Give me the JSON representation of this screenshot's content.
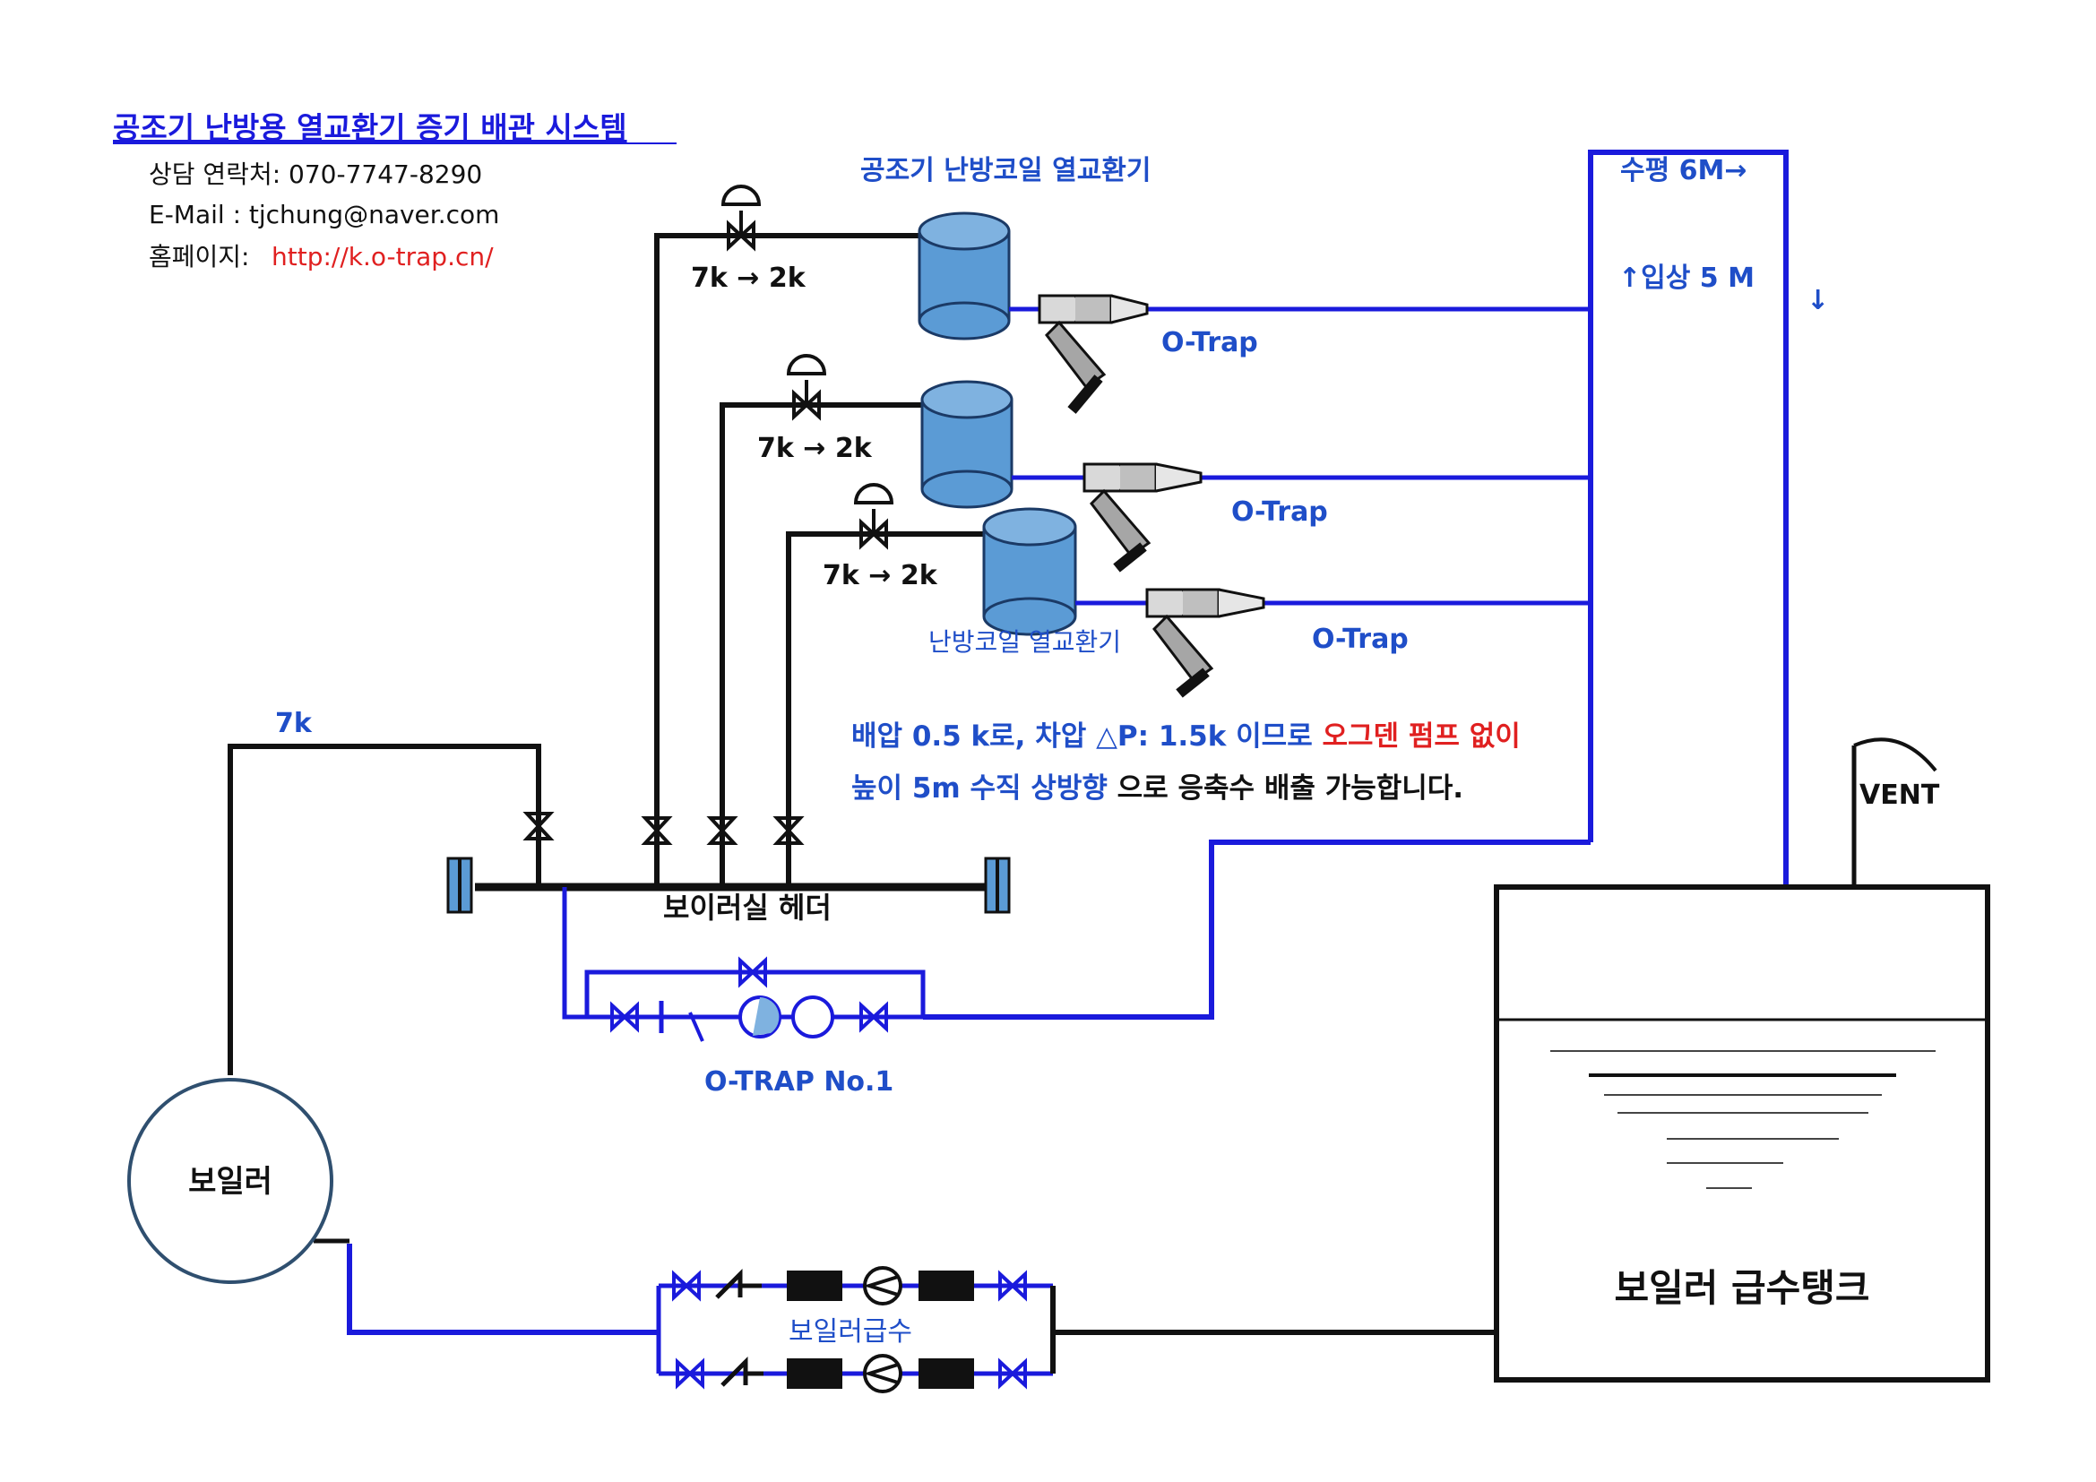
{
  "header": {
    "title": "공조기 난방용 열교환기 증기 배관 시스템",
    "contact": "상담 연락처: 070-7747-8290",
    "email": "E-Mail : tjchung@naver.com",
    "homepage_label": "홈페이지:",
    "homepage_url": "http://k.o-trap.cn/"
  },
  "labels": {
    "coil_top": "공조기 난방코일 열교환기",
    "coil_bottom": "난방코일 열교환기",
    "prv_1": "7k → 2k",
    "prv_2": "7k → 2k",
    "prv_3": "7k → 2k",
    "trap_1": "O-Trap",
    "trap_2": "O-Trap",
    "trap_3": "O-Trap",
    "horizontal": "수평 6M→",
    "riser": "↑입상 5 M",
    "down_arrow": "↓",
    "note_line1_a": "배압 0.5 k로, 차압 △P: 1.5k 이므로 ",
    "note_line1_b": "오그덴 펌프 없이",
    "note_line2_a": "높이 5m 수직 상방향",
    "note_line2_b": " 으로 응축수 배출 가능합니다.",
    "steam_7k": "7k",
    "header_name": "보이러실 헤더",
    "otrap_no1": "O-TRAP No.1",
    "boiler": "보일러",
    "feedwater": "보일러급수",
    "tank": "보일러 급수탱크",
    "vent": "VENT"
  },
  "colors": {
    "blue": "#1a1adc",
    "text_blue": "#1f4ec8",
    "red": "#e02020",
    "tank_fill": "#5b9bd5",
    "black": "#111111"
  }
}
